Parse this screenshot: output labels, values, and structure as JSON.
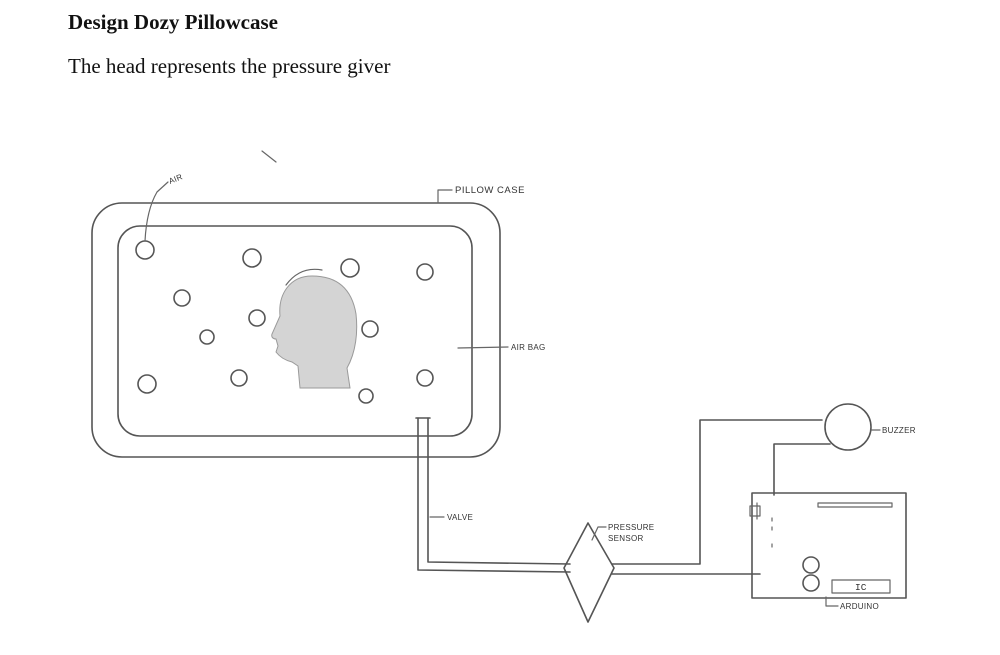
{
  "document": {
    "title": "Design Dozy Pillowcase",
    "subtitle": "The head represents the pressure giver"
  },
  "diagram": {
    "labels": {
      "air": "AIR",
      "pillow_case": "PILLOW CASE",
      "air_bag": "AIR BAG",
      "valve": "VALVE",
      "pressure_sensor_line1": "PRESSURE",
      "pressure_sensor_line2": "SENSOR",
      "buzzer": "BUZZER",
      "ic": "IC",
      "arduino": "ARDUINO"
    },
    "colors": {
      "line": "#555555",
      "head_fill": "#d4d4d4"
    }
  }
}
